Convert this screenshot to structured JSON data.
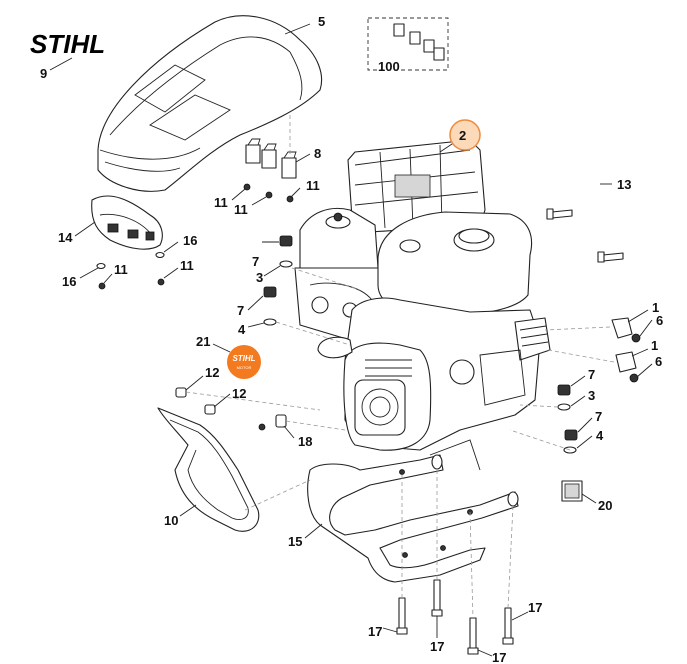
{
  "brand": {
    "name": "STIHL"
  },
  "badge": {
    "text": "STIHL",
    "subtext": "MOTOR",
    "color": "#f37a1f"
  },
  "highlight_color": "#f5a35c",
  "callouts": {
    "c2": "2",
    "c5": "5",
    "c9": "9",
    "c100": "100",
    "c8": "8",
    "c11a": "11",
    "c11b": "11",
    "c11c": "11",
    "c13": "13",
    "c14": "14",
    "c16a": "16",
    "c16b": "16",
    "c11d": "11",
    "c11e": "11",
    "c7a": "7",
    "c3a": "3",
    "c7b": "7",
    "c4a": "4",
    "c1a": "1",
    "c6a": "6",
    "c1b": "1",
    "c6b": "6",
    "c7c": "7",
    "c3b": "3",
    "c7d": "7",
    "c4b": "4",
    "c21": "21",
    "c12a": "12",
    "c12b": "12",
    "c18": "18",
    "c20": "20",
    "c10": "10",
    "c15": "15",
    "c17a": "17",
    "c17b": "17",
    "c17c": "17",
    "c17d": "17"
  }
}
